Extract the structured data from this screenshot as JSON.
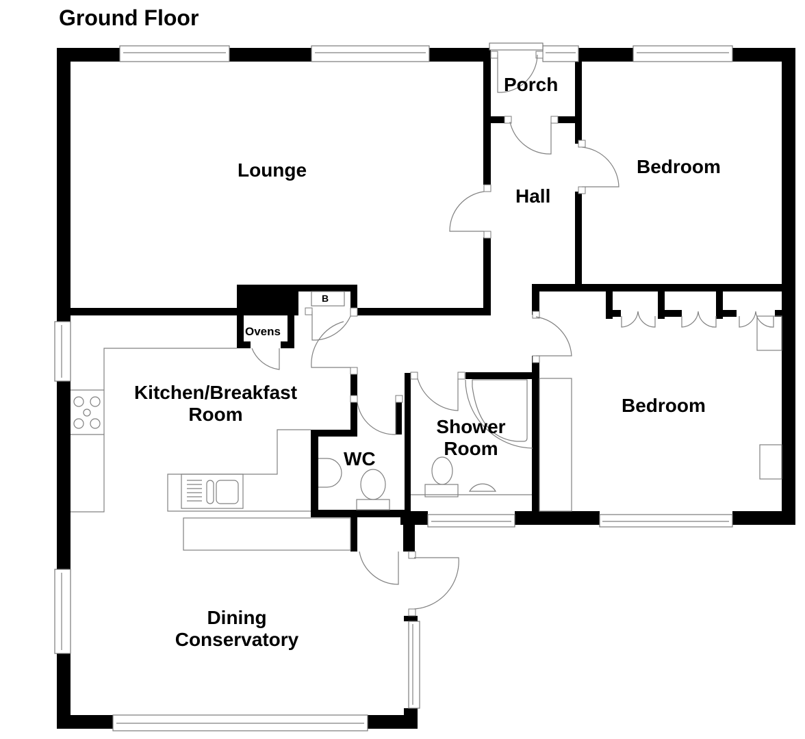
{
  "title": "Ground Floor",
  "rooms": {
    "lounge": "Lounge",
    "porch": "Porch",
    "hall": "Hall",
    "bedroom1": "Bedroom",
    "bedroom2": "Bedroom",
    "kitchen_line1": "Kitchen/Breakfast",
    "kitchen_line2": "Room",
    "ovens": "Ovens",
    "boiler": "B",
    "wc": "WC",
    "shower_line1": "Shower",
    "shower_line2": "Room",
    "dining_line1": "Dining",
    "dining_line2": "Conservatory"
  },
  "colors": {
    "wall": "#000000",
    "fixture_line": "#808080",
    "background": "#ffffff"
  }
}
